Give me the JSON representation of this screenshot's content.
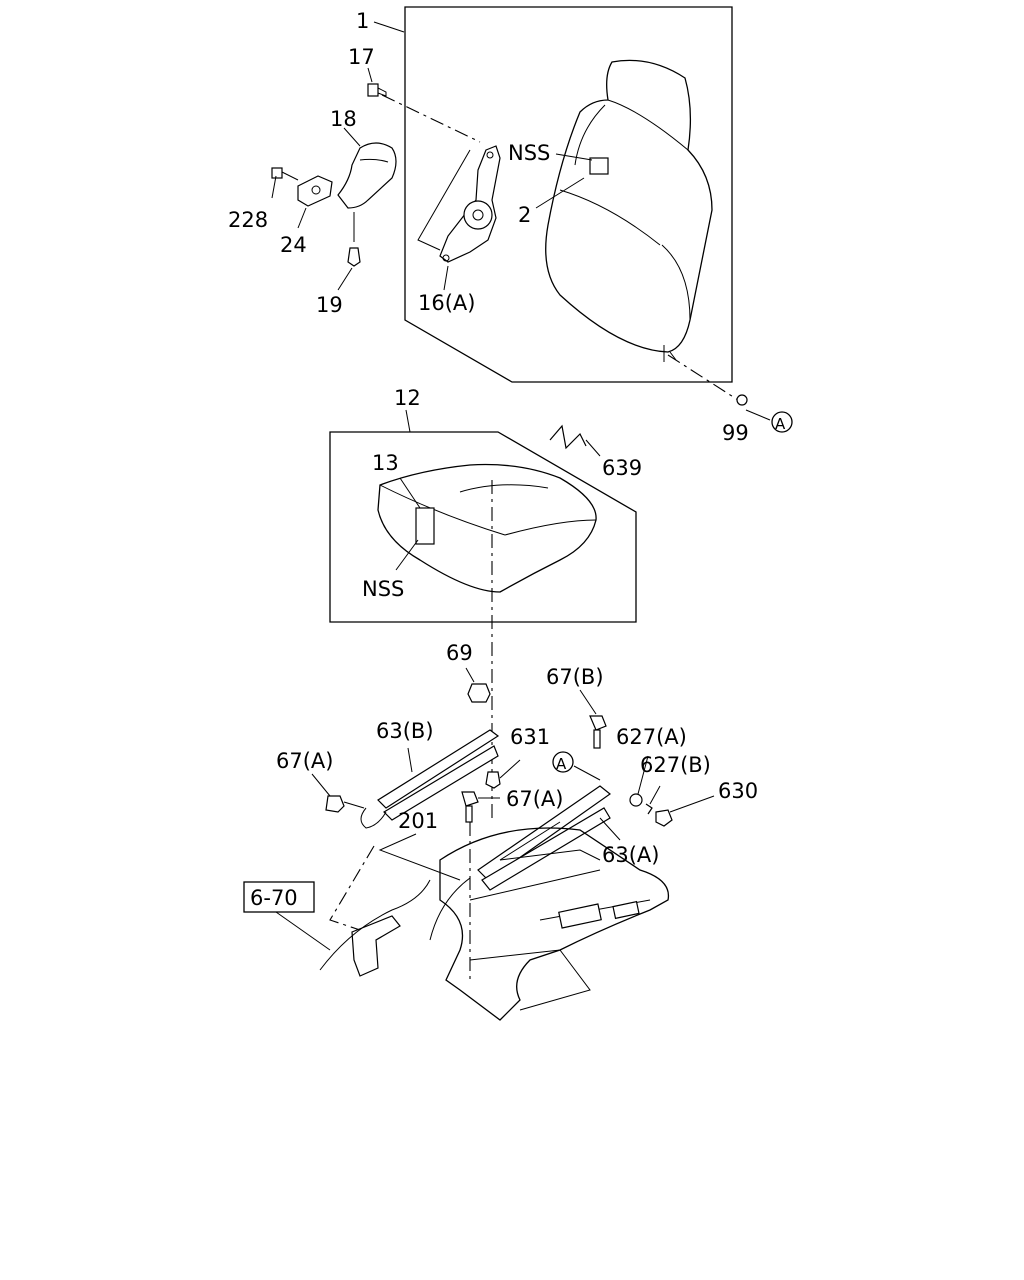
{
  "labels": {
    "p1": "1",
    "p17": "17",
    "p18": "18",
    "nss_back": "NSS",
    "p2": "2",
    "p228": "228",
    "p24": "24",
    "p19": "19",
    "p16a": "16(A)",
    "p99": "99",
    "circle_a_top": "A",
    "p12": "12",
    "p639": "639",
    "p13": "13",
    "nss_cushion": "NSS",
    "p69": "69",
    "p67b": "67(B)",
    "p63b": "63(B)",
    "p631": "631",
    "p627a": "627(A)",
    "p67a_left": "67(A)",
    "circle_a_bottom": "A",
    "p627b": "627(B)",
    "p67a_mid": "67(A)",
    "p630": "630",
    "p201": "201",
    "p63a": "63(A)",
    "ref_box": "6-70"
  },
  "icons": [
    "bolt-icon",
    "nut-icon",
    "washer-icon",
    "clip-icon",
    "circle-reference-marker"
  ]
}
